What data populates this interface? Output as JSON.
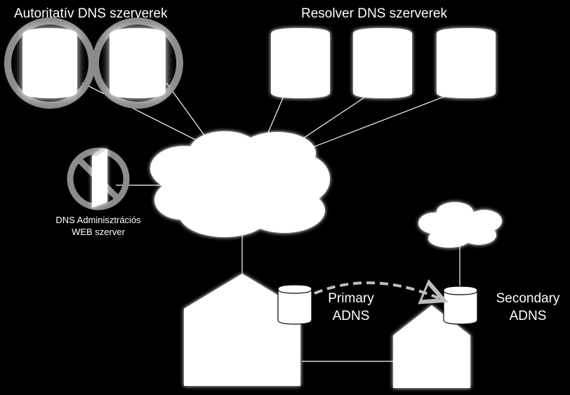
{
  "labels": {
    "authoritative_title": "Autoritatív DNS szerverek",
    "resolver_title": "Resolver DNS szerverek",
    "admin_line1": "DNS Adminisztrációs",
    "admin_line2": "WEB szerver",
    "primary_line1": "Primary",
    "primary_line2": "ADNS",
    "secondary_line1": "Secondary",
    "secondary_line2": "ADNS"
  },
  "colors": {
    "background": "#000000",
    "shape_fill": "#ffffff",
    "ring": "#8c8c8c",
    "dashed_arrow": "#bdbdbd"
  }
}
